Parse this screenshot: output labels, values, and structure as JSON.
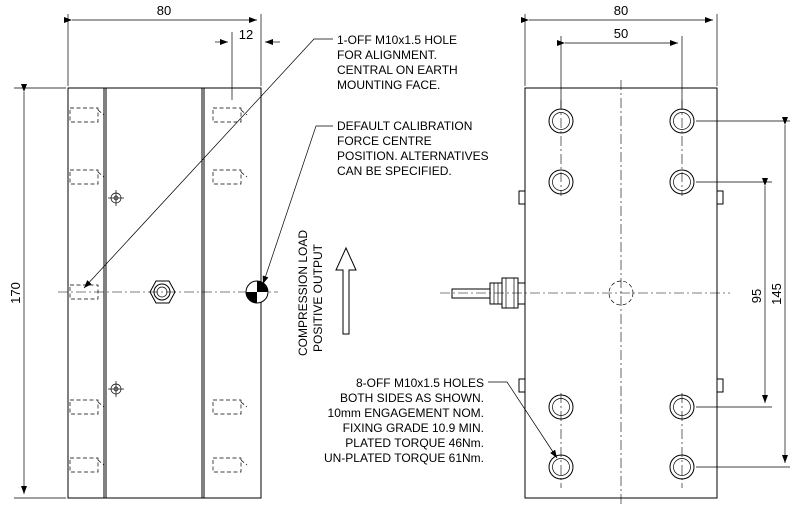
{
  "dimensions": {
    "left_width": "80",
    "left_offset": "12",
    "left_height": "170",
    "right_width": "80",
    "right_hole_spacing_x": "50",
    "right_hole_spacing_95": "95",
    "right_hole_spacing_145": "145"
  },
  "notes": {
    "alignment_hole": [
      "1-OFF M10x1.5 HOLE",
      "FOR ALIGNMENT.",
      "CENTRAL ON EARTH",
      "MOUNTING FACE."
    ],
    "calibration": [
      "DEFAULT CALIBRATION",
      "FORCE CENTRE",
      "POSITION. ALTERNATIVES",
      "CAN BE SPECIFIED."
    ],
    "compression": [
      "COMPRESSION LOAD",
      "POSITIVE OUTPUT"
    ],
    "fixing_holes": [
      "8-OFF M10x1.5 HOLES",
      "BOTH SIDES AS SHOWN.",
      "10mm ENGAGEMENT NOM.",
      "FIXING GRADE 10.9 MIN.",
      "PLATED TORQUE 46Nm.",
      "UN-PLATED TORQUE 61Nm."
    ]
  }
}
